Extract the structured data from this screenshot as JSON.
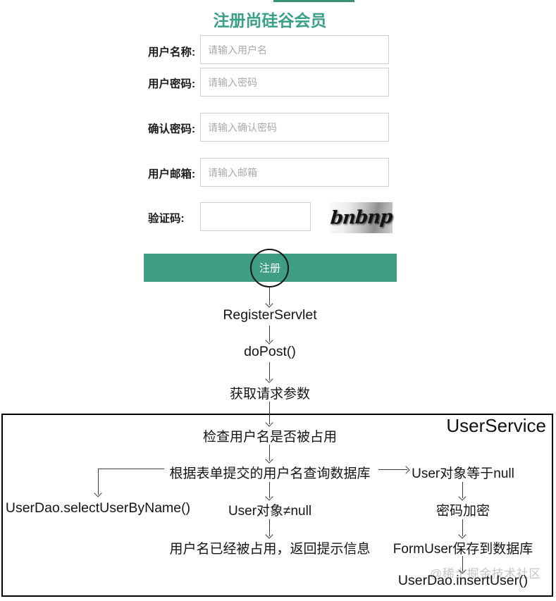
{
  "page": {
    "title": "注册尚硅谷会员"
  },
  "form": {
    "fields": [
      {
        "label": "用户名称:",
        "placeholder": "请输入用户名"
      },
      {
        "label": "用户密码:",
        "placeholder": "请输入密码"
      },
      {
        "label": "确认密码:",
        "placeholder": "请输入确认密码"
      },
      {
        "label": "用户邮箱:",
        "placeholder": "请输入邮箱"
      },
      {
        "label": "验证码:",
        "placeholder": ""
      }
    ],
    "captcha_text": "bnbnp",
    "submit_label": "注册"
  },
  "flow": {
    "center": {
      "register_servlet": "RegisterServlet",
      "do_post": "doPost()",
      "get_params": "获取请求参数",
      "check_username": "检查用户名是否被占用",
      "query_db": "根据表单提交的用户名查询数据库",
      "user_not_null": "User对象≠null",
      "username_taken": "用户名已经被占用，返回提示信息"
    },
    "left": {
      "select_user_by_name": "UserDao.selectUserByName()"
    },
    "right": {
      "user_equals_null": "User对象等于null",
      "encrypt_password": "密码加密",
      "save_form_user": "FormUser保存到数据库",
      "insert_user": "UserDao.insertUser()"
    }
  },
  "service_box": {
    "label": "UserService"
  },
  "watermark": "@稀土掘金技术社区",
  "colors": {
    "accent_green": "#3f9d83",
    "title_green": "#38a183",
    "arrow": "#3c3c3c",
    "placeholder_gray": "#a9a9a9"
  }
}
